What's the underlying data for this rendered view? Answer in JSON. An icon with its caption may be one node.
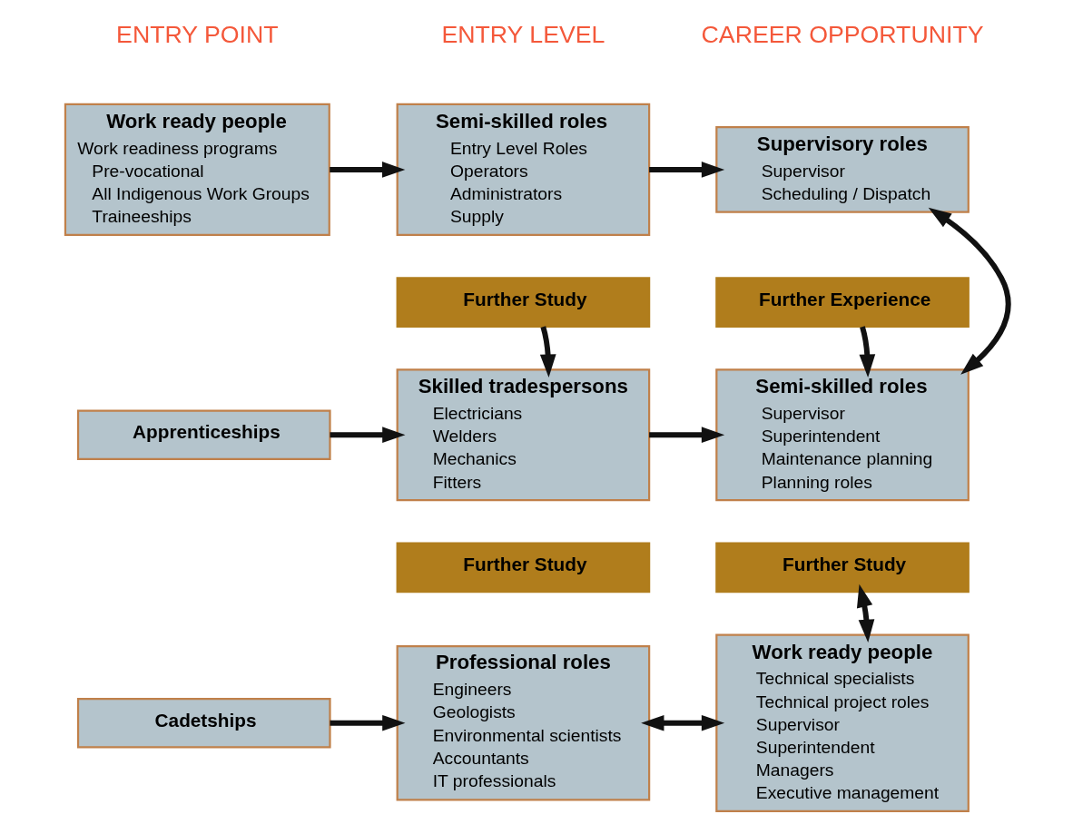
{
  "diagram": {
    "nodes": [
      {
        "text": [
          "Work ready people",
          "Work readiness programs",
          "Pre-vocational",
          "All Indigenous Work Groups",
          "Traineeships"
        ]
      },
      {
        "text": [
          "Semi-skilled roles",
          "Entry Level Roles",
          "Operators",
          "Administrators",
          "Supply"
        ]
      },
      {
        "text": [
          "Further Study"
        ]
      },
      {
        "text": [
          "Supervisory roles",
          "Supervisor",
          "Scheduling / Dispatch"
        ]
      },
      {
        "text": [
          "Further Experience"
        ]
      },
      {
        "text": [
          "Apprenticeships"
        ]
      },
      {
        "text": [
          "Skilled tradespersons",
          "Electricians",
          "Welders",
          "Mechanics",
          "Fitters"
        ]
      },
      {
        "text": [
          "Further Study"
        ]
      },
      {
        "text": [
          "Semi-skilled roles",
          "Supervisor",
          "Superintendent",
          "Maintenance planning",
          "Planning roles"
        ]
      },
      {
        "text": [
          "Further Study"
        ]
      },
      {
        "text": [
          "Cadetships"
        ]
      },
      {
        "text": [
          "Professional roles",
          "Engineers",
          "Geologists",
          "Environmental scientists",
          "Accountants",
          "IT professionals"
        ]
      },
      {
        "text": [
          "Work ready people",
          "Technical specialists",
          "Technical project roles",
          "Supervisor",
          "Superintendent",
          "Managers",
          "Executive management"
        ]
      }
    ],
    "edges": [
      {
        "from": 0,
        "to": 1,
        "arrow": "to"
      },
      {
        "from": 1,
        "to": 3,
        "arrow": "to"
      },
      {
        "from": 2,
        "to": 6,
        "arrow": "to"
      },
      {
        "from": 4,
        "to": 8,
        "arrow": "to"
      },
      {
        "from": 5,
        "to": 6,
        "arrow": "to"
      },
      {
        "from": 6,
        "to": 8,
        "arrow": "to"
      },
      {
        "from": 11,
        "to": 12,
        "arrow": "both"
      },
      {
        "from": 10,
        "to": 11,
        "arrow": "to"
      },
      {
        "from": 3,
        "to": 8,
        "arrow": "both"
      },
      {
        "from": 9,
        "to": 12,
        "arrow": "both"
      }
    ],
    "labels": [
      "ENTRY POINT",
      "ENTRY LEVEL",
      "CAREER OPPORTUNITY"
    ]
  }
}
